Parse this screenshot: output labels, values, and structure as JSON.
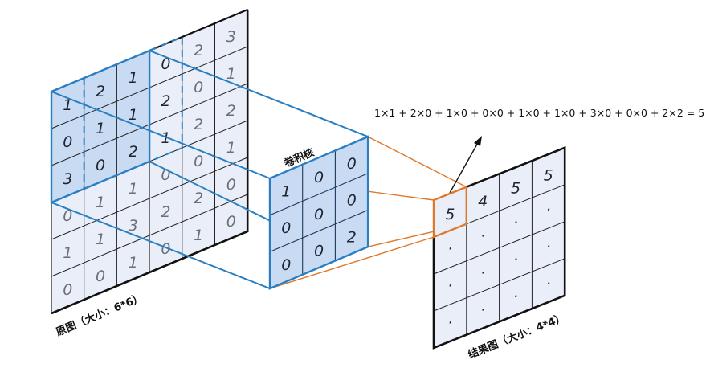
{
  "original": {
    "label": "原图（大小：6*6）",
    "rows": 6,
    "cols": 6,
    "values": [
      [
        1,
        2,
        1,
        0,
        2,
        3
      ],
      [
        0,
        1,
        1,
        2,
        0,
        1
      ],
      [
        3,
        0,
        2,
        1,
        2,
        2
      ],
      [
        0,
        1,
        1,
        0,
        0,
        1
      ],
      [
        1,
        1,
        3,
        2,
        2,
        0
      ],
      [
        0,
        0,
        1,
        0,
        1,
        0
      ]
    ],
    "highlight_window": {
      "row": 0,
      "col": 0,
      "size": 3
    },
    "next_window_dashed": {
      "row": 0,
      "col": 1,
      "size": 3
    }
  },
  "kernel": {
    "label": "卷积核",
    "values": [
      [
        1,
        0,
        0
      ],
      [
        0,
        0,
        0
      ],
      [
        0,
        0,
        2
      ]
    ]
  },
  "result": {
    "label": "结果图（大小：4*4）",
    "rows": 4,
    "cols": 4,
    "values": [
      [
        "5",
        "4",
        "5",
        "5"
      ],
      [
        "·",
        "·",
        "·",
        "·"
      ],
      [
        "·",
        "·",
        "·",
        "·"
      ],
      [
        "·",
        "·",
        "·",
        "·"
      ]
    ],
    "highlight_cell": {
      "row": 0,
      "col": 0
    }
  },
  "formula": "1×1 + 2×0 + 1×0 + 0×0 + 1×0 + 1×0 + 3×0 + 0×0 + 2×2 = 5",
  "colors": {
    "grid_fill": "#e9eef8",
    "highlight_fill": "#c9daf3",
    "blue_line": "#2a7fc1",
    "orange_line": "#e0782a",
    "grid_line": "#222222"
  }
}
